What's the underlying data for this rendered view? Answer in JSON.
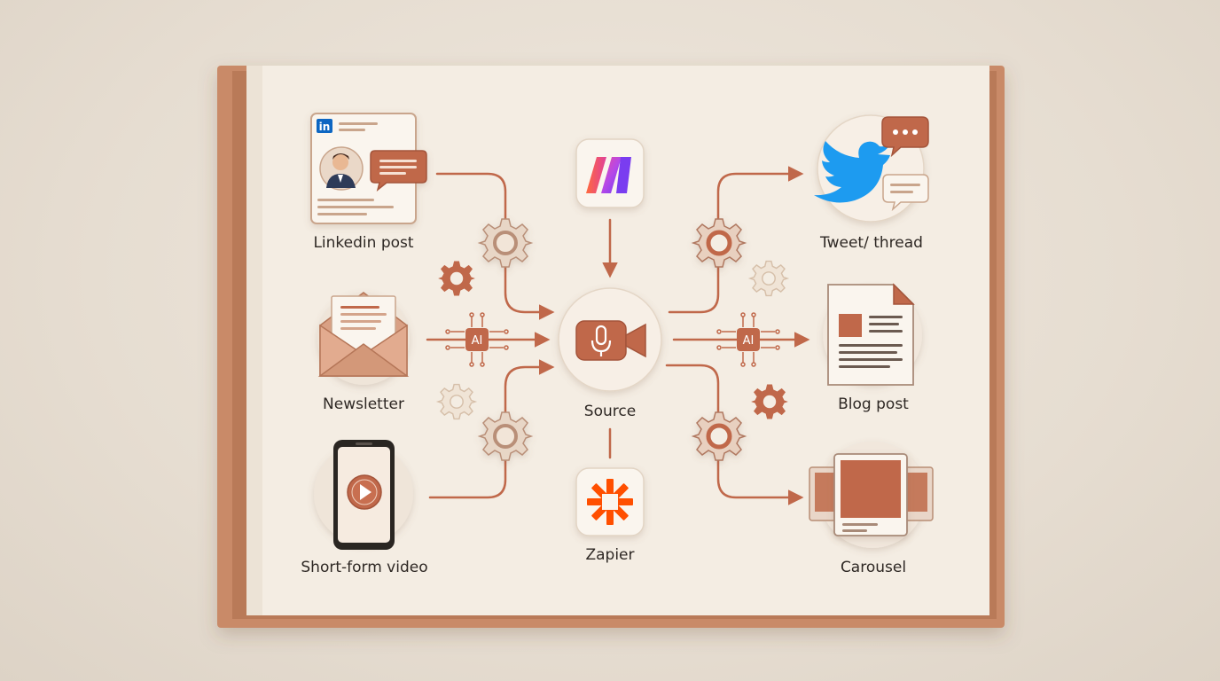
{
  "diagram": {
    "center": {
      "label": "Source",
      "icon": "video-camera-mic-icon"
    },
    "inputs": [
      {
        "id": "linkedin",
        "label": "Linkedin post",
        "icon": "linkedin-post-icon",
        "badge_text": "in"
      },
      {
        "id": "newsletter",
        "label": "Newsletter",
        "icon": "envelope-newsletter-icon"
      },
      {
        "id": "short-video",
        "label": "Short-form video",
        "icon": "phone-video-icon"
      }
    ],
    "outputs": [
      {
        "id": "tweet",
        "label": "Tweet/ thread",
        "icon": "twitter-bird-icon"
      },
      {
        "id": "blog",
        "label": "Blog post",
        "icon": "document-blog-icon"
      },
      {
        "id": "carousel",
        "label": "Carousel",
        "icon": "carousel-slides-icon"
      }
    ],
    "tools": [
      {
        "id": "make",
        "label": "",
        "icon": "make-logo-icon"
      },
      {
        "id": "zapier",
        "label": "Zapier",
        "icon": "zapier-asterisk-icon"
      }
    ],
    "ai_chip_text": "AI",
    "colors": {
      "accent": "#c0684a",
      "accent_dark": "#a4543a",
      "board": "#f4ede3",
      "spine": "#c98a68",
      "twitter_blue": "#1d9bf0",
      "zapier_orange": "#ff4f00"
    }
  }
}
